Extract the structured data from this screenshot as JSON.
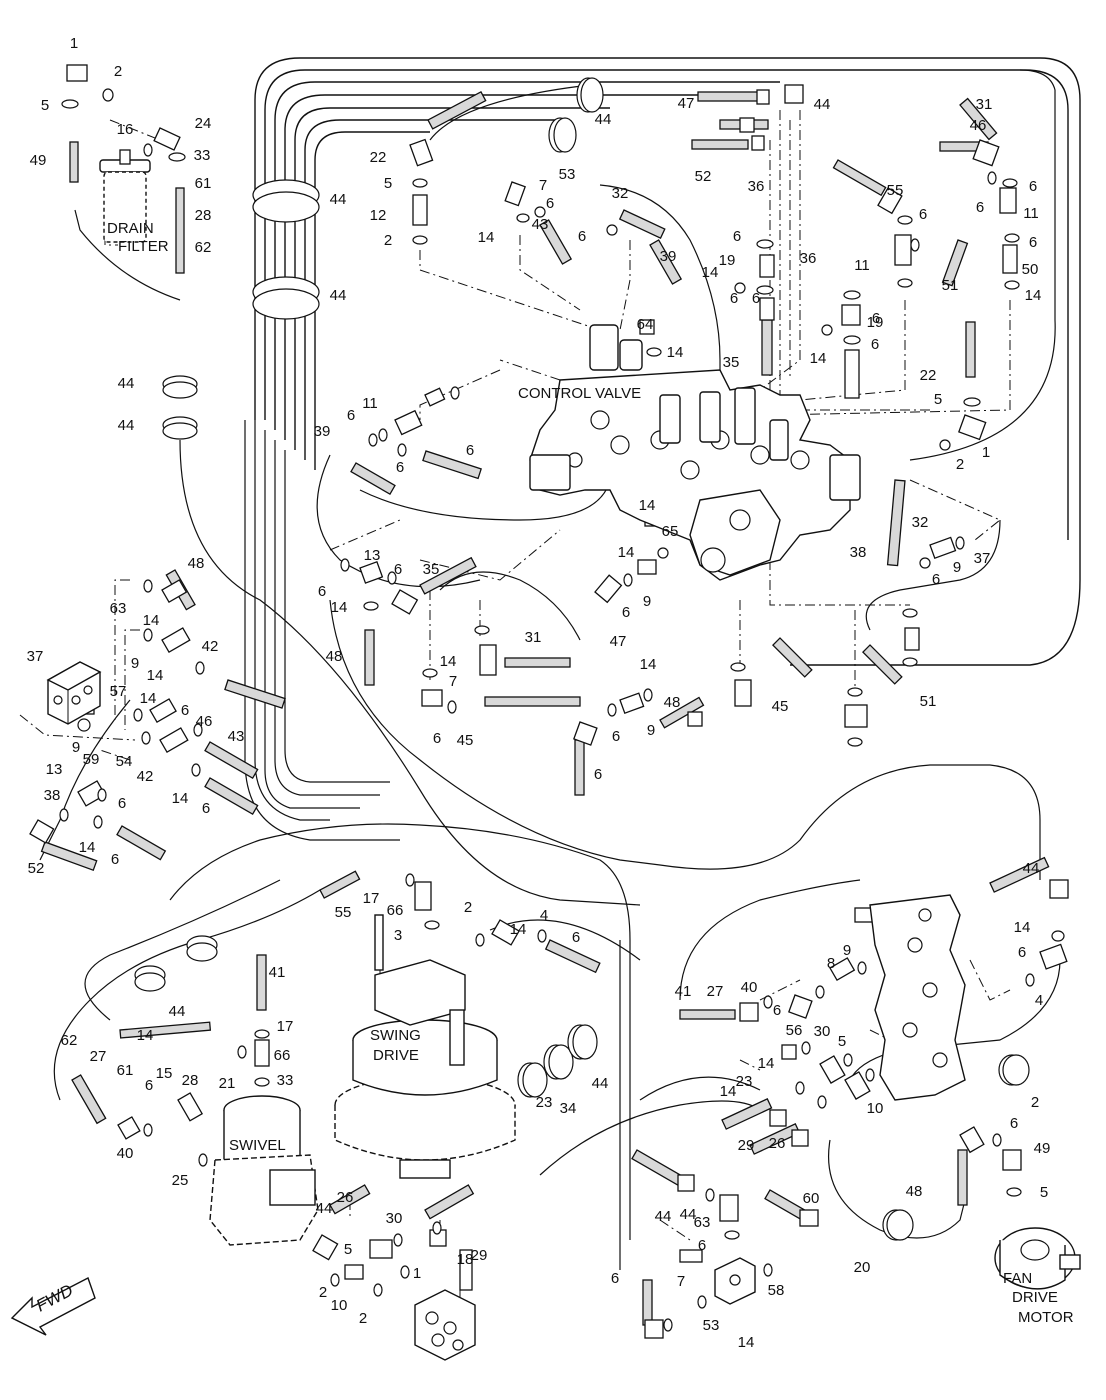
{
  "labels": {
    "drain_filter_1": "DRAIN",
    "drain_filter_2": "FILTER",
    "control_valve": "CONTROL VALVE",
    "swing_drive_1": "SWING",
    "swing_drive_2": "DRIVE",
    "swivel": "SWIVEL",
    "fan_motor_1": "FAN",
    "fan_motor_2": "DRIVE",
    "fan_motor_3": "MOTOR",
    "fwd": "FWD"
  },
  "callouts": [
    "1",
    "2",
    "5",
    "16",
    "24",
    "33",
    "49",
    "61",
    "28",
    "62",
    "44",
    "44",
    "44",
    "44",
    "22",
    "5",
    "12",
    "2",
    "7",
    "6",
    "14",
    "43",
    "32",
    "6",
    "39",
    "47",
    "44",
    "53",
    "52",
    "44",
    "36",
    "36",
    "6",
    "6",
    "19",
    "14",
    "6",
    "6",
    "11",
    "19",
    "14",
    "6",
    "64",
    "14",
    "35",
    "31",
    "46",
    "55",
    "6",
    "6",
    "6",
    "11",
    "51",
    "6",
    "50",
    "14",
    "22",
    "5",
    "1",
    "2",
    "6",
    "11",
    "39",
    "6",
    "6",
    "32",
    "38",
    "37",
    "9",
    "6",
    "14",
    "65",
    "14",
    "13",
    "6",
    "14",
    "6",
    "35",
    "47",
    "9",
    "6",
    "14",
    "31",
    "7",
    "6",
    "45",
    "14",
    "9",
    "6",
    "48",
    "45",
    "51",
    "48",
    "6",
    "48",
    "63",
    "14",
    "9",
    "14",
    "42",
    "37",
    "57",
    "14",
    "9",
    "59",
    "54",
    "6",
    "46",
    "42",
    "14",
    "6",
    "43",
    "38",
    "13",
    "6",
    "14",
    "6",
    "52",
    "55",
    "17",
    "66",
    "3",
    "2",
    "14",
    "4",
    "6",
    "41",
    "17",
    "66",
    "21",
    "33",
    "15",
    "28",
    "61",
    "62",
    "27",
    "40",
    "6",
    "25",
    "14",
    "44",
    "44",
    "41",
    "27",
    "40",
    "6",
    "56",
    "14",
    "8",
    "9",
    "14",
    "6",
    "4",
    "14",
    "23",
    "29",
    "26",
    "30",
    "5",
    "10",
    "2",
    "44",
    "26",
    "30",
    "5",
    "1",
    "2",
    "10",
    "2",
    "18",
    "29",
    "23",
    "34",
    "44",
    "44",
    "44",
    "63",
    "6",
    "7",
    "14",
    "58",
    "60",
    "6",
    "53",
    "48",
    "6",
    "49",
    "5",
    "20",
    "14",
    "44"
  ]
}
